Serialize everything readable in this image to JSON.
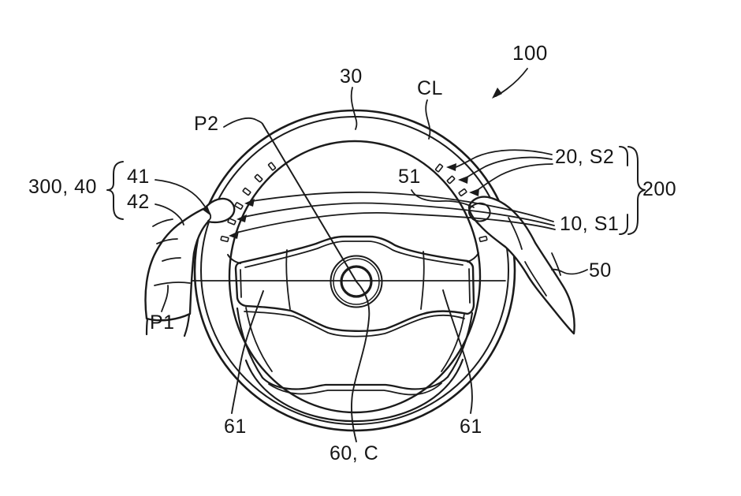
{
  "figure": {
    "type": "patent-line-drawing",
    "subject": "steering wheel with hands gripping rim and touch sensor strips",
    "background_color": "#ffffff",
    "line_color": "#1b1b1b",
    "labels": {
      "ref_100": "100",
      "ref_30": "30",
      "ref_cl": "CL",
      "ref_p2": "P2",
      "ref_300_40": "300, 40",
      "ref_41": "41",
      "ref_42": "42",
      "ref_20_s2": "20, S2",
      "ref_200": "200",
      "ref_51": "51",
      "ref_10_s1": "10, S1",
      "ref_50": "50",
      "ref_p1": "P1",
      "ref_61_left": "61",
      "ref_61_right": "61",
      "ref_60_c": "60, C"
    }
  }
}
